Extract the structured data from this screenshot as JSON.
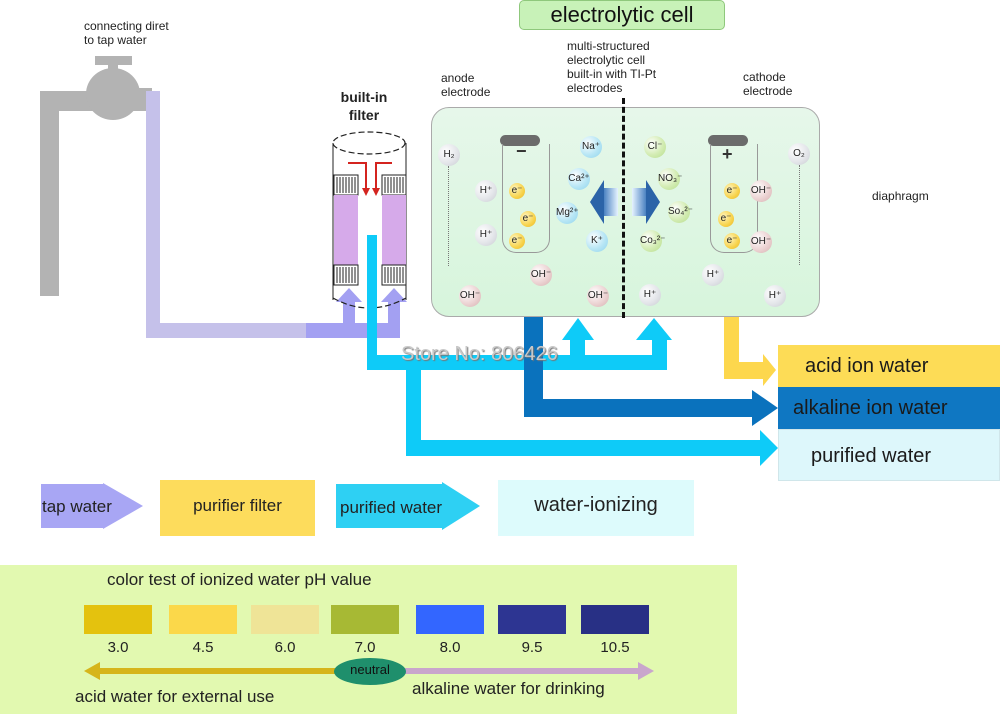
{
  "title": "electrolytic cell",
  "labels": {
    "tap_connection": [
      "connecting  diret",
      "to tap water"
    ],
    "built_in_filter": [
      "built-in",
      "filter"
    ],
    "anode": [
      "anode",
      "electrode"
    ],
    "cell_description": [
      "multi-structured",
      "electrolytic cell",
      "built-in with TI-Pt",
      "electrodes"
    ],
    "cathode": [
      "cathode",
      "electrode"
    ],
    "diaphragm": "diaphragm",
    "watermark": "Store No: 806426"
  },
  "electrodes": {
    "anode_sign": "−",
    "cathode_sign": "+"
  },
  "ions": {
    "left_gas": "H₂",
    "right_gas": "O₂",
    "cations": [
      "Na⁺",
      "Ca²⁺",
      "Mg²⁺",
      "K⁺"
    ],
    "anions": [
      "Cl⁻",
      "NO₃⁻",
      "So₄²⁻",
      "Co₃²⁻"
    ],
    "h_plus": "H⁺",
    "oh_minus": "OH⁻",
    "electron": "e⁻"
  },
  "outputs": [
    {
      "label": "acid ion water",
      "color": "#fddc56"
    },
    {
      "label": "alkaline ion water",
      "color": "#0f77c2"
    },
    {
      "label": "purified water",
      "color": "#ddf7fb"
    }
  ],
  "flow_legend": [
    {
      "label": "tap water",
      "color": "#a8a6f4"
    },
    {
      "label": "purifier filter",
      "color": "#fddc5c"
    },
    {
      "label": "purified water",
      "color": "#2ed0f3"
    },
    {
      "label": "water-ionizing",
      "color": "#ddfbfc"
    }
  ],
  "ph_test": {
    "title": "color test of ionized water pH value",
    "swatches": [
      {
        "value": "3.0",
        "color": "#e4c20e"
      },
      {
        "value": "4.5",
        "color": "#fbd84a"
      },
      {
        "value": "6.0",
        "color": "#efe497"
      },
      {
        "value": "7.0",
        "color": "#a7b934"
      },
      {
        "value": "8.0",
        "color": "#3366ff"
      },
      {
        "value": "9.5",
        "color": "#2d3592"
      },
      {
        "value": "10.5",
        "color": "#283085"
      }
    ],
    "neutral": "neutral",
    "acid_label": "acid water for external use",
    "alkaline_label": "alkaline water for drinking"
  },
  "colors": {
    "tap_pipe": "#b3b3b3",
    "tap_water": "#c5c1ea",
    "purified": "#0ecbf8",
    "alkaline": "#0a72bd",
    "acid": "#fdd74d",
    "filter_media": "#d6aaea"
  }
}
